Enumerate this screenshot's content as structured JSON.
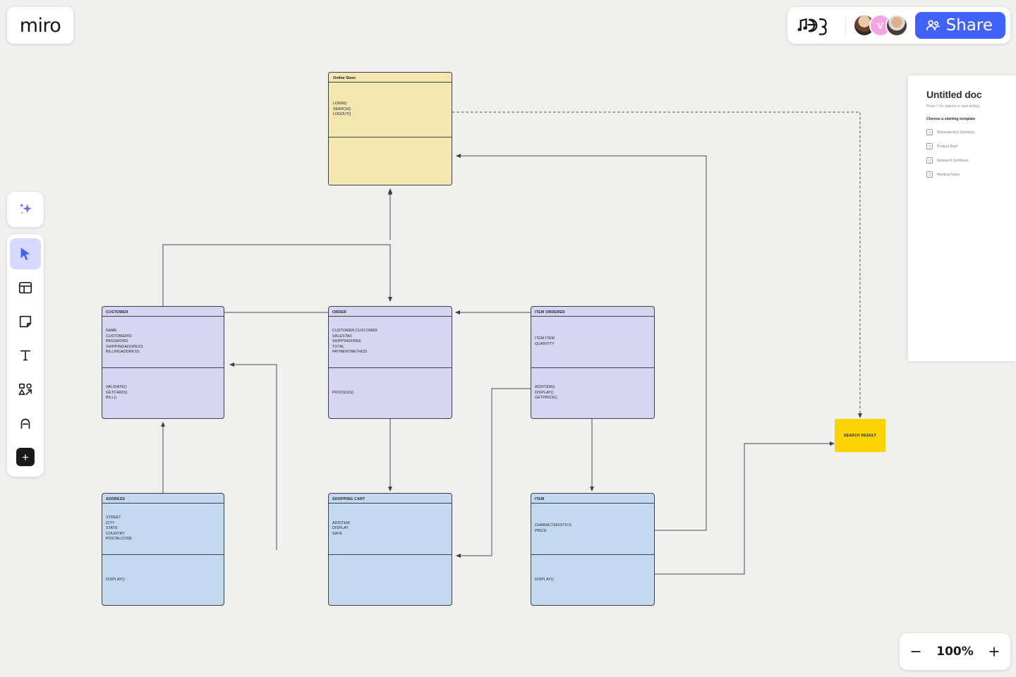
{
  "app": {
    "logo": "miro"
  },
  "header": {
    "doodle_icon": "music-doodle-icon",
    "collaborators": [
      {
        "name": "avatar-1",
        "initial": ""
      },
      {
        "name": "avatar-2",
        "initial": "V"
      },
      {
        "name": "avatar-3",
        "initial": ""
      }
    ],
    "share_label": "Share",
    "share_icon": "people-icon",
    "accent_color": "#4262ff"
  },
  "toolbar": {
    "items": [
      {
        "name": "ai-tool",
        "icon": "sparkles-icon",
        "active": false
      },
      {
        "name": "select-tool",
        "icon": "cursor-icon",
        "active": true
      },
      {
        "name": "templates-tool",
        "icon": "layout-grid-icon",
        "active": false
      },
      {
        "name": "sticky-tool",
        "icon": "sticky-note-icon",
        "active": false
      },
      {
        "name": "text-tool",
        "icon": "text-t-icon",
        "active": false
      },
      {
        "name": "shapes-tool",
        "icon": "shapes-arrow-icon",
        "active": false
      },
      {
        "name": "pen-tool",
        "icon": "pen-nib-icon",
        "active": false
      },
      {
        "name": "more-tool",
        "icon": "plus-icon",
        "active": false
      }
    ]
  },
  "doc_panel": {
    "title": "Untitled doc",
    "hint": "Press '/' for options or start writing",
    "section_label": "Choose a starting template",
    "templates": [
      {
        "label": "Retrospective Summary"
      },
      {
        "label": "Product Brief"
      },
      {
        "label": "Research Synthesis"
      },
      {
        "label": "Meeting Notes"
      }
    ]
  },
  "zoom_control": {
    "minus": "−",
    "value": "100%",
    "plus": "+"
  },
  "chart_data": {
    "type": "diagram",
    "title": "Online Store class diagram",
    "nodes": [
      {
        "id": "online-store",
        "kind": "frame",
        "title": "Online Store",
        "color": "#f2e7b0",
        "attributes": [],
        "operations": [
          "LOGIN()",
          "SEARCH()",
          "LOGOUT()"
        ]
      },
      {
        "id": "customer",
        "kind": "class",
        "title": "CUSTOMER",
        "color": "#d8d5f2",
        "attributes": [
          "NAME",
          "CUSTOMERID",
          "PASSWORD",
          "SHIPPINGADDRESS",
          "BILLINGADDRESS"
        ],
        "operations": [
          "VALIDATE()",
          "GETCARD()",
          "BILL()"
        ]
      },
      {
        "id": "order",
        "kind": "class",
        "title": "ORDER",
        "color": "#d8d5f2",
        "attributes": [
          "CUSTOMER:CUSTOMER",
          "SALESTAX",
          "SHIPPINGFREE",
          "TOTAL",
          "PAYMENTMETHOD"
        ],
        "operations": [
          "PROCESS()"
        ]
      },
      {
        "id": "item-ordered",
        "kind": "class",
        "title": "ITEM ORDERED",
        "color": "#d8d5f2",
        "attributes": [
          "ITEM:ITEM",
          "QUANTITY"
        ],
        "operations": [
          "ADDITEM()",
          "DISPLAY()",
          "GETPRICE()"
        ]
      },
      {
        "id": "address",
        "kind": "class",
        "title": "ADDRESS",
        "color": "#c3d9f0",
        "attributes": [
          "STREET",
          "CITY",
          "STATE",
          "COUNTRY",
          "POSTALCODE"
        ],
        "operations": [
          "DISPLAY()"
        ]
      },
      {
        "id": "shopping-cart",
        "kind": "class",
        "title": "SHOPPING CART",
        "color": "#c3d9f0",
        "attributes": [
          "ADDITEM",
          "DISPLAY",
          "SAVE"
        ],
        "operations": []
      },
      {
        "id": "item",
        "kind": "class",
        "title": "ITEM",
        "color": "#c3d9f0",
        "attributes": [
          "CHARACTERISTICS",
          "PRICE"
        ],
        "operations": [
          "DISPLAY()"
        ]
      },
      {
        "id": "search-result",
        "kind": "sticky",
        "title": "SEARCH RESULT",
        "color": "#fdd400",
        "attributes": [],
        "operations": []
      }
    ],
    "edges": [
      {
        "from": "customer",
        "to": "online-store",
        "style": "solid",
        "arrow": "end"
      },
      {
        "from": "order",
        "to": "online-store",
        "style": "solid",
        "arrow": "end"
      },
      {
        "from": "item",
        "to": "online-store",
        "style": "solid",
        "arrow": "end"
      },
      {
        "from": "online-store",
        "to": "order",
        "style": "solid",
        "arrow": "end"
      },
      {
        "from": "order",
        "to": "customer",
        "style": "solid",
        "arrow": "end"
      },
      {
        "from": "item-ordered",
        "to": "order",
        "style": "solid",
        "arrow": "end"
      },
      {
        "from": "shopping-cart",
        "to": "customer",
        "style": "solid",
        "arrow": "end"
      },
      {
        "from": "address",
        "to": "customer",
        "style": "solid",
        "arrow": "end"
      },
      {
        "from": "order",
        "to": "shopping-cart",
        "style": "solid",
        "arrow": "end"
      },
      {
        "from": "item-ordered",
        "to": "shopping-cart",
        "style": "solid",
        "arrow": "end"
      },
      {
        "from": "item-ordered",
        "to": "item",
        "style": "solid",
        "arrow": "end"
      },
      {
        "from": "item",
        "to": "search-result",
        "style": "solid",
        "arrow": "end"
      },
      {
        "from": "online-store",
        "to": "search-result",
        "style": "dashed",
        "arrow": "end"
      }
    ]
  }
}
